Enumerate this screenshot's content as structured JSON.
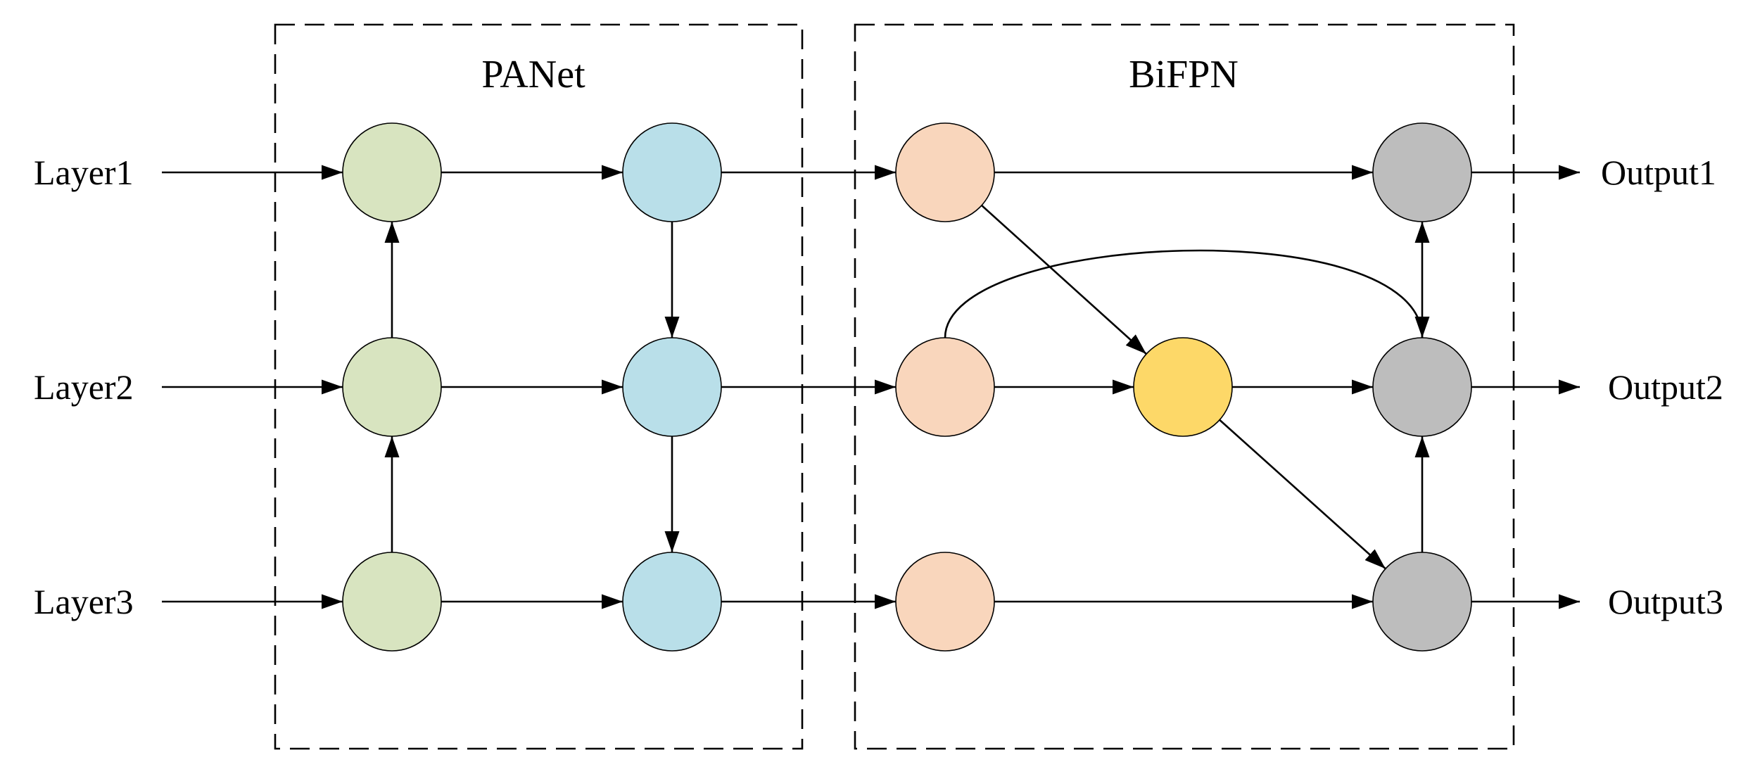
{
  "diagram": {
    "inputs": [
      "Layer1",
      "Layer2",
      "Layer3"
    ],
    "outputs": [
      "Output1",
      "Output2",
      "Output3"
    ],
    "groups": [
      {
        "id": "panet",
        "title": "PANet"
      },
      {
        "id": "bifpn",
        "title": "BiFPN"
      }
    ],
    "colors": {
      "panet_bottom_up": "#d8e4c0",
      "panet_top_down": "#b9dfe9",
      "bifpn_input": "#f9d6bc",
      "bifpn_intermediate": "#fdd868",
      "bifpn_output": "#bdbdbd"
    },
    "nodes": [
      {
        "id": "p1",
        "group": "panet",
        "color": "panet_bottom_up"
      },
      {
        "id": "p2",
        "group": "panet",
        "color": "panet_bottom_up"
      },
      {
        "id": "p3",
        "group": "panet",
        "color": "panet_bottom_up"
      },
      {
        "id": "q1",
        "group": "panet",
        "color": "panet_top_down"
      },
      {
        "id": "q2",
        "group": "panet",
        "color": "panet_top_down"
      },
      {
        "id": "q3",
        "group": "panet",
        "color": "panet_top_down"
      },
      {
        "id": "b1",
        "group": "bifpn",
        "color": "bifpn_input"
      },
      {
        "id": "b2",
        "group": "bifpn",
        "color": "bifpn_input"
      },
      {
        "id": "b3",
        "group": "bifpn",
        "color": "bifpn_input"
      },
      {
        "id": "m2",
        "group": "bifpn",
        "color": "bifpn_intermediate"
      },
      {
        "id": "o1",
        "group": "bifpn",
        "color": "bifpn_output"
      },
      {
        "id": "o2",
        "group": "bifpn",
        "color": "bifpn_output"
      },
      {
        "id": "o3",
        "group": "bifpn",
        "color": "bifpn_output"
      }
    ],
    "edges": [
      {
        "from": "Layer1",
        "to": "p1"
      },
      {
        "from": "Layer2",
        "to": "p2"
      },
      {
        "from": "Layer3",
        "to": "p3"
      },
      {
        "from": "p3",
        "to": "p2"
      },
      {
        "from": "p2",
        "to": "p1"
      },
      {
        "from": "p1",
        "to": "q1"
      },
      {
        "from": "p2",
        "to": "q2"
      },
      {
        "from": "p3",
        "to": "q3"
      },
      {
        "from": "q1",
        "to": "q2"
      },
      {
        "from": "q2",
        "to": "q3"
      },
      {
        "from": "q1",
        "to": "b1"
      },
      {
        "from": "q2",
        "to": "b2"
      },
      {
        "from": "q3",
        "to": "b3"
      },
      {
        "from": "b1",
        "to": "o1"
      },
      {
        "from": "b1",
        "to": "m2"
      },
      {
        "from": "b2",
        "to": "m2"
      },
      {
        "from": "b2",
        "to": "o2",
        "curved": true
      },
      {
        "from": "m2",
        "to": "o2"
      },
      {
        "from": "m2",
        "to": "o3"
      },
      {
        "from": "b3",
        "to": "o3"
      },
      {
        "from": "o3",
        "to": "o2"
      },
      {
        "from": "o2",
        "to": "o1"
      },
      {
        "from": "o1",
        "to": "Output1"
      },
      {
        "from": "o2",
        "to": "Output2"
      },
      {
        "from": "o3",
        "to": "Output3"
      }
    ]
  }
}
